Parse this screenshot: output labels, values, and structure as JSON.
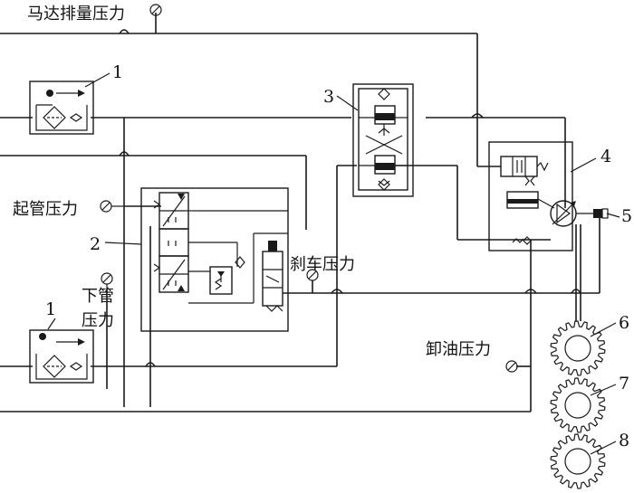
{
  "labels": {
    "motor_displacement_pressure": "马达排量压力",
    "lift_pipe_pressure": "起管压力",
    "lower_pipe_pressure_line1": "下管",
    "lower_pipe_pressure_line2": "压力",
    "brake_pressure": "刹车压力",
    "unload_pressure": "卸油压力"
  },
  "callouts": {
    "filter_top": "1",
    "filter_bottom": "1",
    "valve_group_2": "2",
    "shuttle_valve_3": "3",
    "motor_group_4": "4",
    "encoder_5": "5",
    "gear_6": "6",
    "gear_7": "7",
    "gear_8": "8"
  }
}
